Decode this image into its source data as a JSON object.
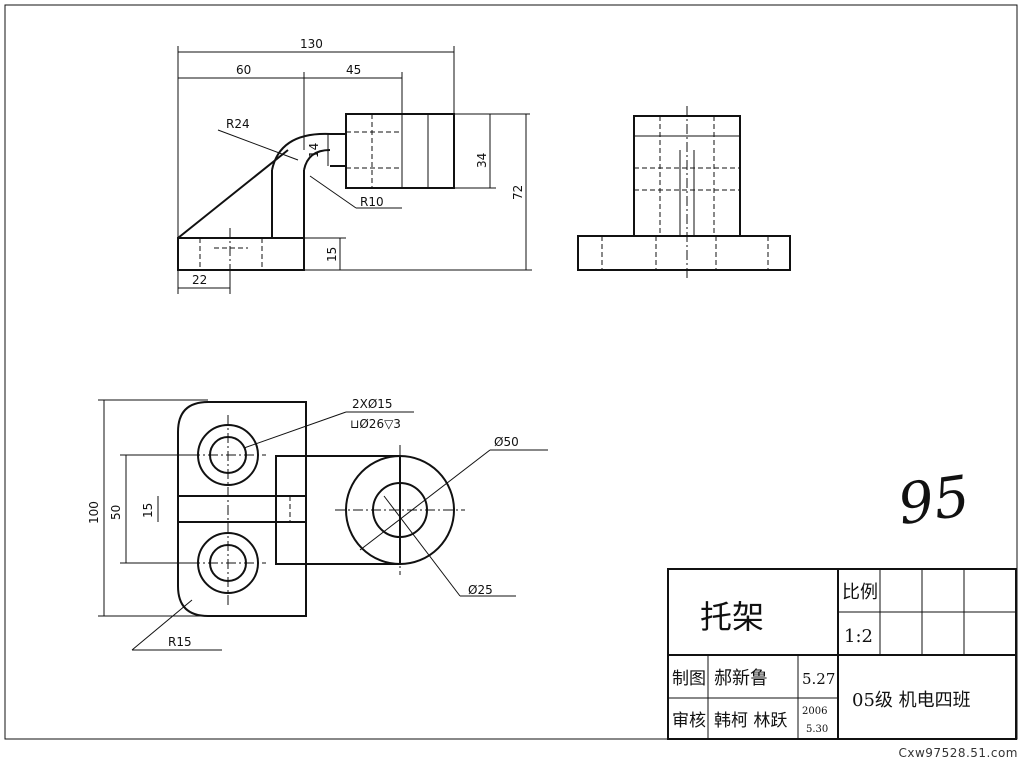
{
  "dimensions": {
    "overall_width": "130",
    "left_part": "60",
    "right_part": "45",
    "fillet_r24": "R24",
    "height_14": "14",
    "height_34": "34",
    "height_72": "72",
    "fillet_r10": "R10",
    "base_thickness": "15",
    "hole_offset": "22",
    "plan_height": "100",
    "plan_spacing": "50",
    "plan_web": "15",
    "holes_spec": "2XØ15",
    "counterbore_spec": "⊔Ø26▽3",
    "boss_outer": "Ø50",
    "boss_inner": "Ø25",
    "corner_radius": "R15"
  },
  "title_block": {
    "part_name": "托架",
    "scale_label": "比例",
    "scale_value": "1:2",
    "drawn_label": "制图",
    "drawn_name": "郝新鲁",
    "drawn_date": "5.27",
    "checked_label": "审核",
    "checked_name": "韩柯 林跃",
    "checked_year": "2006",
    "checked_date": "5.30",
    "class_name": "05级 机电四班"
  },
  "grade": "95",
  "watermark": "Cxw97528.51.com"
}
